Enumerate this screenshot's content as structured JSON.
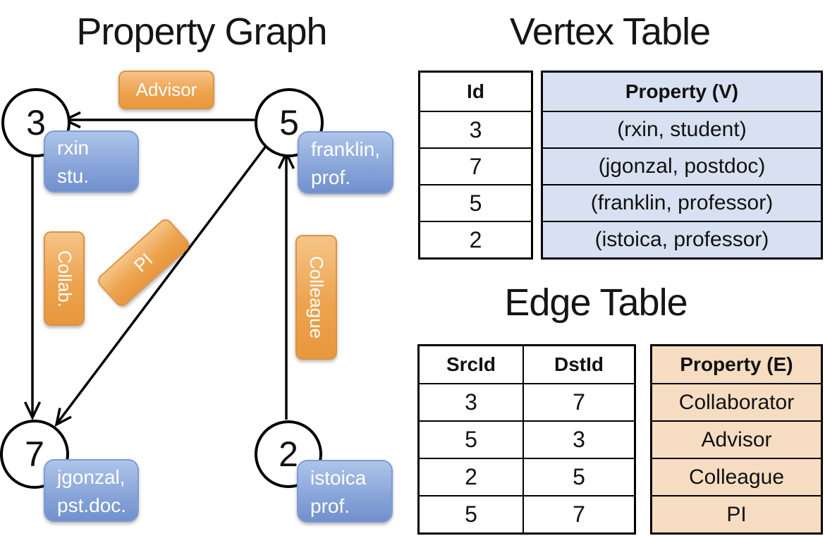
{
  "titles": {
    "graph": "Property Graph",
    "vertex_table": "Vertex Table",
    "edge_table": "Edge Table"
  },
  "colors": {
    "edge_label_orange": "#eda34f",
    "vertex_box_blue": "#8aa6da",
    "vertex_table_fill": "#d8e1f2",
    "edge_table_fill": "#f6ddc2",
    "line_color": "#000000"
  },
  "graph": {
    "nodes": [
      {
        "id": "3",
        "prop_line1": "rxin",
        "prop_line2": "stu."
      },
      {
        "id": "5",
        "prop_line1": "franklin,",
        "prop_line2": "prof."
      },
      {
        "id": "7",
        "prop_line1": "jgonzal,",
        "prop_line2": "pst.doc."
      },
      {
        "id": "2",
        "prop_line1": "istoica",
        "prop_line2": "prof."
      }
    ],
    "edge_labels": {
      "advisor": "Advisor",
      "collab": "Collab.",
      "pi": "PI",
      "colleague": "Colleague"
    }
  },
  "vertex_table": {
    "headers": [
      "Id",
      "Property (V)"
    ],
    "rows": [
      [
        "3",
        "(rxin, student)"
      ],
      [
        "7",
        "(jgonzal, postdoc)"
      ],
      [
        "5",
        "(franklin, professor)"
      ],
      [
        "2",
        "(istoica, professor)"
      ]
    ]
  },
  "edge_table": {
    "headers": [
      "SrcId",
      "DstId",
      "Property (E)"
    ],
    "rows": [
      [
        "3",
        "7",
        "Collaborator"
      ],
      [
        "5",
        "3",
        "Advisor"
      ],
      [
        "2",
        "5",
        "Colleague"
      ],
      [
        "5",
        "7",
        "PI"
      ]
    ]
  }
}
